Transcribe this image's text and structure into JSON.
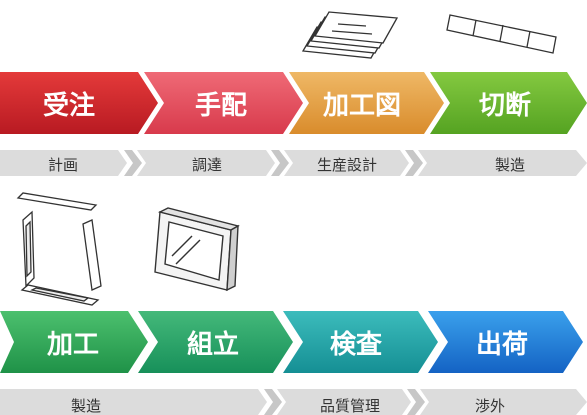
{
  "row1": {
    "steps": [
      {
        "label": "受注",
        "color": "#d0232b"
      },
      {
        "label": "手配",
        "color": "#e14a5a"
      },
      {
        "label": "加工図",
        "color": "#e2a04a"
      },
      {
        "label": "切断",
        "color": "#6cb82e"
      }
    ],
    "phases": [
      "計画",
      "調達",
      "生産設計",
      "製造"
    ]
  },
  "row2": {
    "steps": [
      {
        "label": "加工",
        "color": "#2da85f"
      },
      {
        "label": "組立",
        "color": "#24a06a"
      },
      {
        "label": "検査",
        "color": "#21a3a3"
      },
      {
        "label": "出荷",
        "color": "#1c7fd4"
      }
    ],
    "phases": [
      "製造",
      "品質管理",
      "渉外"
    ]
  },
  "illustrations": [
    "drawings-stack-icon",
    "cut-frame-pieces-icon",
    "frame-parts-icon",
    "assembled-window-icon"
  ]
}
